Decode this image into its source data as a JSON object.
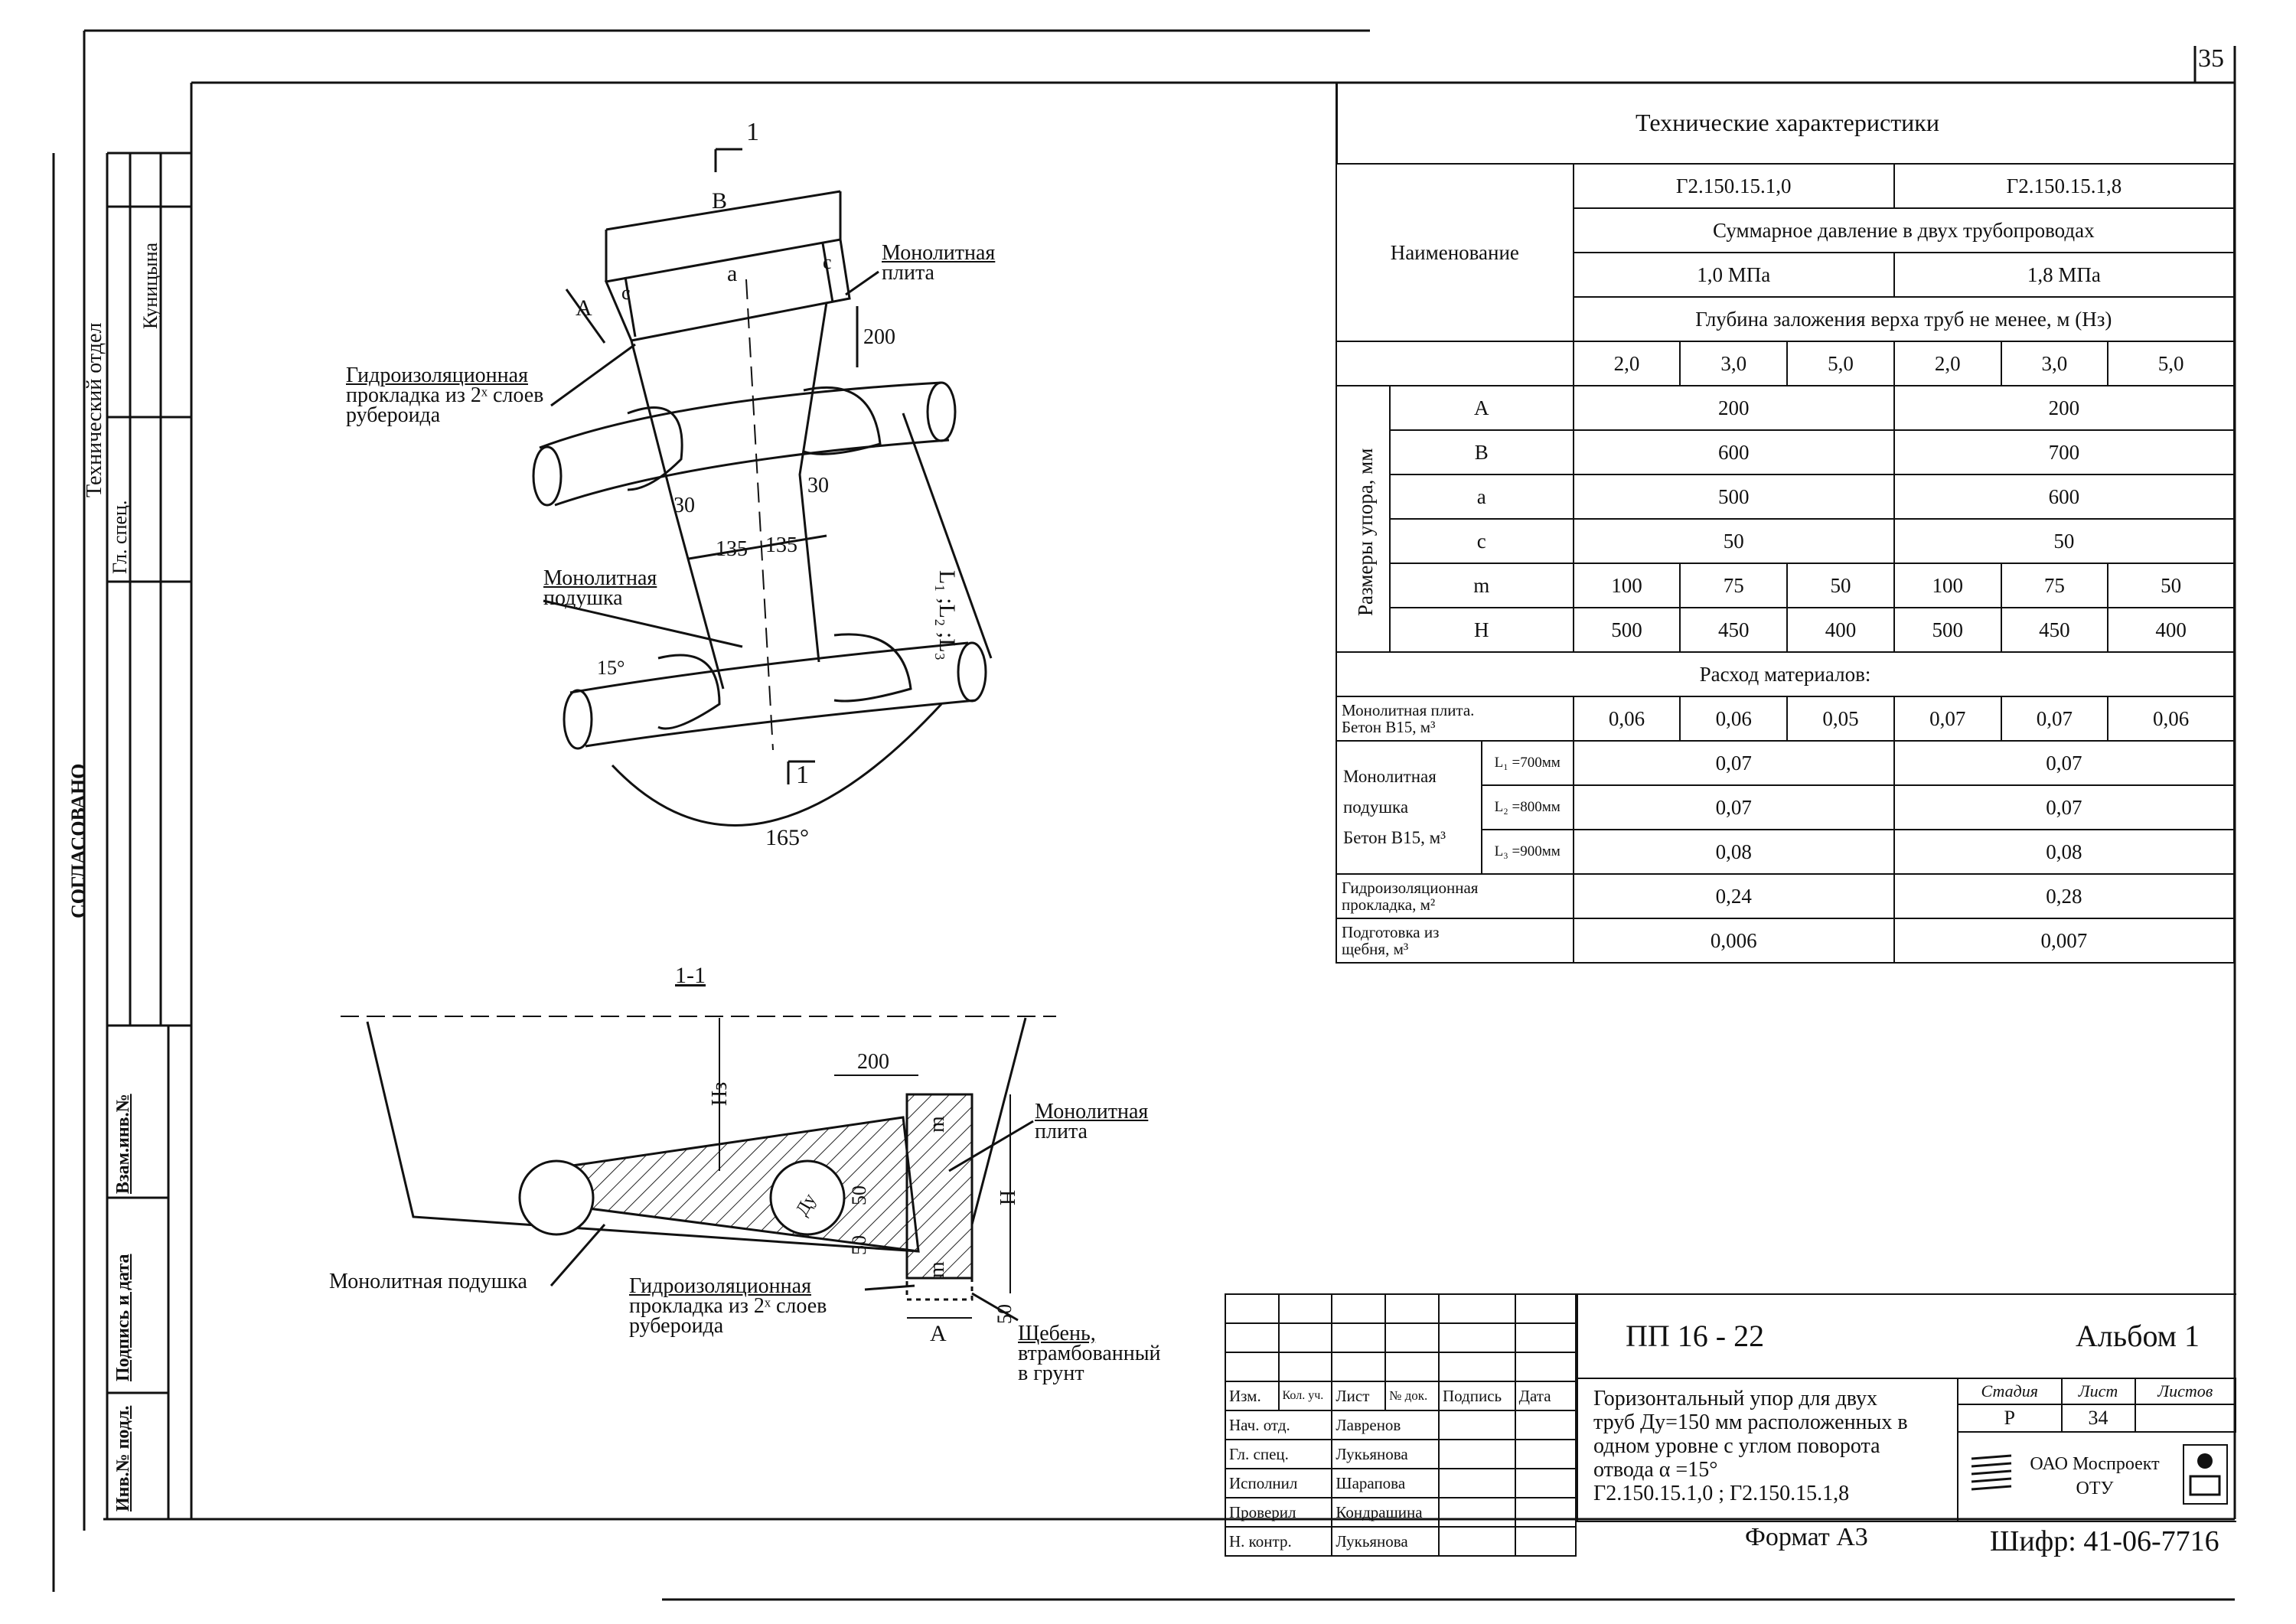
{
  "sheet_number": "35",
  "left_stamp": {
    "dept": "Технический отдел",
    "role": "Гл. спец.",
    "person": "Куницына",
    "agreed": "СОГЛАСОВАНО",
    "replace_inv": "Взам.инв.№",
    "sign_date": "Подпись и дата",
    "inv_no": "Инв.№ подл."
  },
  "plan_view": {
    "section_mark": "1",
    "dim_B": "B",
    "dim_A": "A",
    "dim_a": "a",
    "dim_c": "c",
    "dim_200": "200",
    "dim_30": "30",
    "dim_135": "135",
    "dim_L": "L₁ ;L₂ ;L₃",
    "angle_15": "15°",
    "angle_165": "165°",
    "label_plate": [
      "Монолитная",
      "плита"
    ],
    "label_gasket": [
      "Гидроизоляционная",
      "прокладка из 2ˣ слоев",
      "рубероида"
    ],
    "label_cushion": [
      "Монолитная",
      "подушка"
    ]
  },
  "section_view": {
    "title": "1-1",
    "dim_200": "200",
    "dim_Hz": "Нз",
    "dim_H": "Н",
    "dim_m": "m",
    "dim_50": "50",
    "dim_Du": "Ду",
    "dim_A": "A",
    "label_cushion": "Монолитная подушка",
    "label_plate": [
      "Монолитная",
      "плита"
    ],
    "label_gasket": [
      "Гидроизоляционная",
      "прокладка из 2ˣ слоев",
      "рубероида"
    ],
    "label_gravel": [
      "Щебень,",
      "втрамбованный",
      "в грунт"
    ]
  },
  "spec": {
    "title": "Технические характеристики",
    "col_name": "Наименование",
    "codes": [
      "Г2.150.15.1,0",
      "Г2.150.15.1,8"
    ],
    "pressure_label": "Суммарное давление в двух трубопроводах",
    "pressures": [
      "1,0 МПа",
      "1,8 МПа"
    ],
    "depth_label": "Глубина заложения      верха  труб не менее,  м (Нз)",
    "depths": [
      "2,0",
      "3,0",
      "5,0",
      "2,0",
      "3,0",
      "5,0"
    ],
    "dims_group": "Размеры упора, мм",
    "rows": [
      {
        "name": "A",
        "v1": "200",
        "v2": "200"
      },
      {
        "name": "B",
        "v1": "600",
        "v2": "700"
      },
      {
        "name": "a",
        "v1": "500",
        "v2": "600"
      },
      {
        "name": "c",
        "v1": "50",
        "v2": "50"
      }
    ],
    "row_m": {
      "name": "m",
      "values": [
        "100",
        "75",
        "50",
        "100",
        "75",
        "50"
      ]
    },
    "row_H": {
      "name": "H",
      "values": [
        "500",
        "450",
        "400",
        "500",
        "450",
        "400"
      ]
    },
    "materials_title": "Расход материалов:",
    "plate_label": [
      "Монолитная плита.",
      "Бетон В15, м³"
    ],
    "plate_values": [
      "0,06",
      "0,06",
      "0,05",
      "0,07",
      "0,07",
      "0,06"
    ],
    "cushion_label": [
      "Монолитная",
      "подушка",
      "Бетон В15, м³"
    ],
    "cushion_rows": [
      {
        "l": "L₁ =700мм",
        "v1": "0,07",
        "v2": "0,07"
      },
      {
        "l": "L₂ =800мм",
        "v1": "0,07",
        "v2": "0,07"
      },
      {
        "l": "L₃ =900мм",
        "v1": "0,08",
        "v2": "0,08"
      }
    ],
    "gasket_label": [
      "Гидроизоляционная",
      "прокладка, м²"
    ],
    "gasket_values": [
      "0,24",
      "0,28"
    ],
    "prep_label": [
      "Подготовка из",
      "щебня, м³"
    ],
    "prep_values": [
      "0,006",
      "0,007"
    ]
  },
  "title_block": {
    "headers": [
      "Изм.",
      "Кол. уч.",
      "Лист",
      "№ док.",
      "Подпись",
      "Дата"
    ],
    "roles": [
      {
        "role": "Нач. отд.",
        "name": "Лавренов"
      },
      {
        "role": "Гл. спец.",
        "name": "Лукьянова"
      },
      {
        "role": "Исполнил",
        "name": "Шарапова"
      },
      {
        "role": "Проверил",
        "name": "Кондрашина"
      },
      {
        "role": "Н. контр.",
        "name": "Лукьянова"
      }
    ],
    "doc_code": "ПП   16 - 22",
    "album": "Альбом 1",
    "description": [
      "Горизонтальный упор для двух",
      "труб Ду=150 мм расположенных в",
      "одном уровне с углом поворота",
      "отвода  α  =15°",
      "Г2.150.15.1,0 ;  Г2.150.15.1,8"
    ],
    "stage_label": "Стадия",
    "sheet_label": "Лист",
    "sheets_label": "Листов",
    "stage": "Р",
    "sheet": "34",
    "org": [
      "ОАО Моспроект",
      "ОТУ"
    ],
    "format": "Формат А3",
    "cipher": "Шифр: 41-06-7716"
  }
}
